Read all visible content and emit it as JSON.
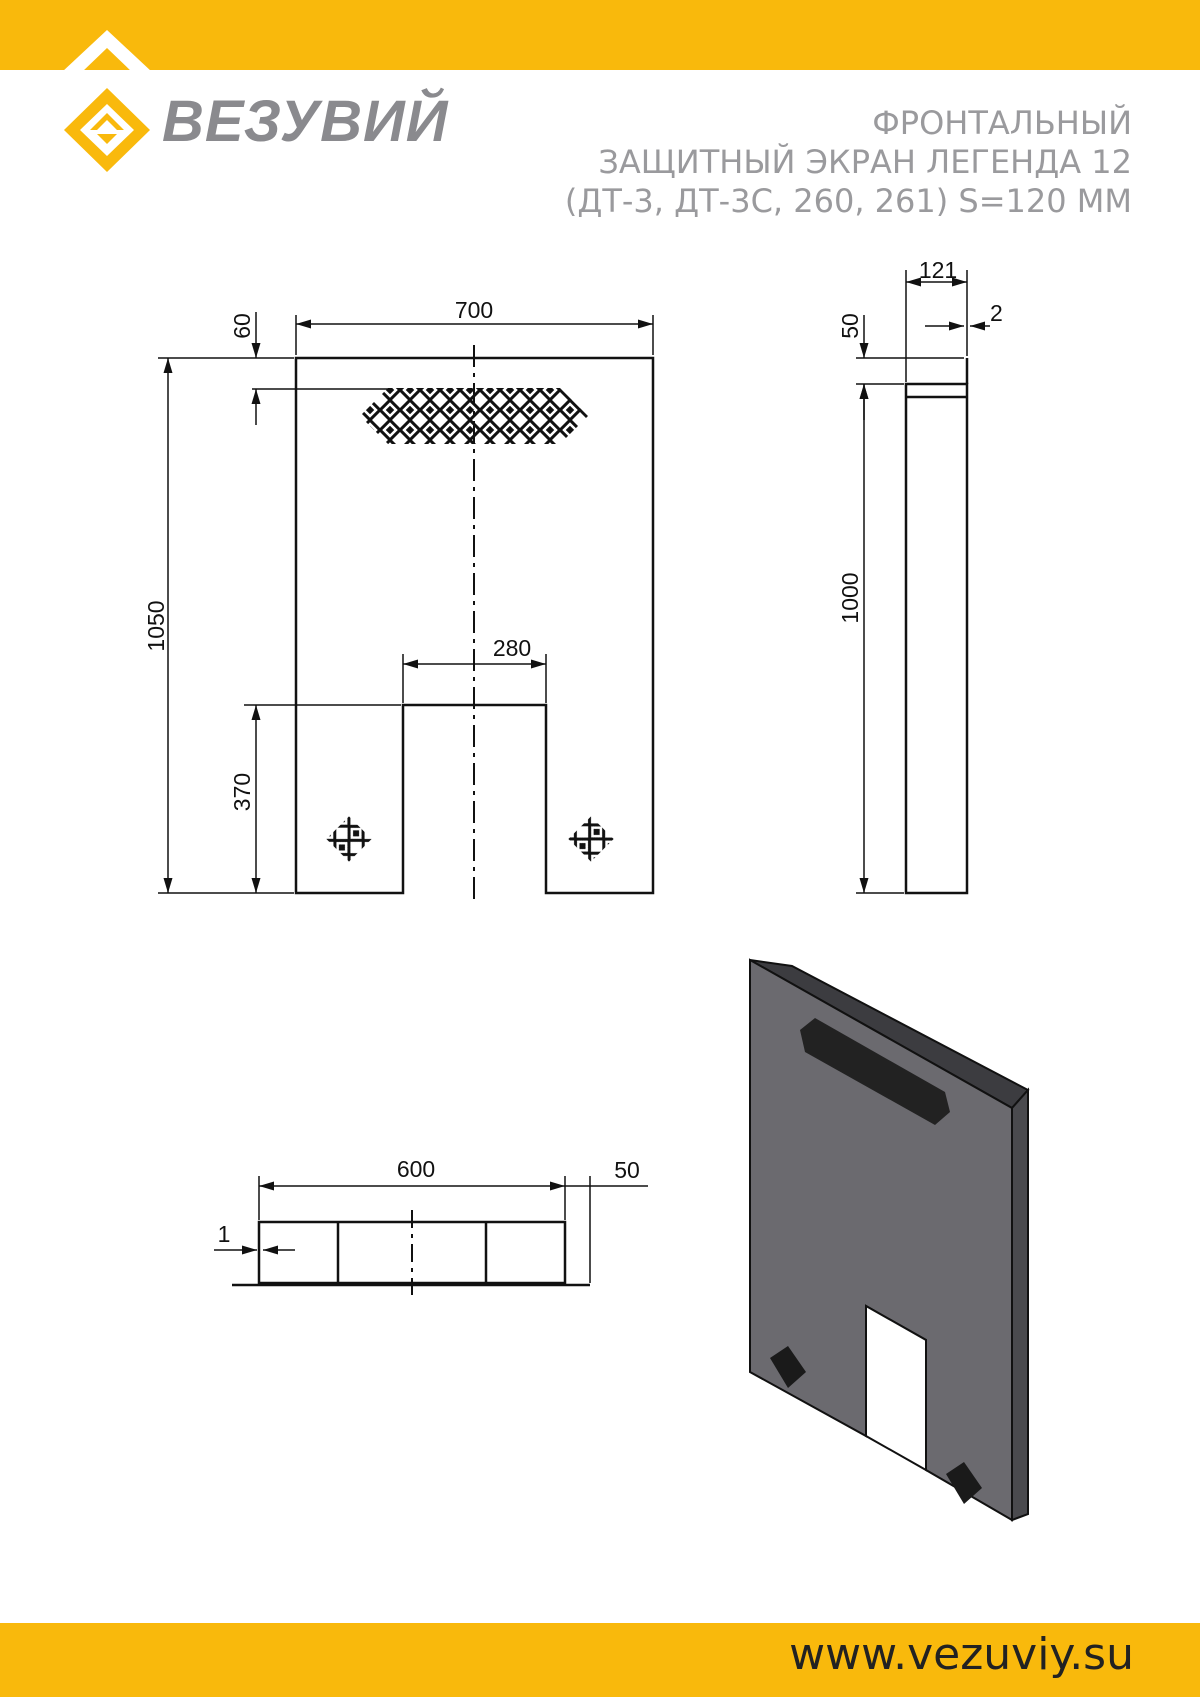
{
  "brand": {
    "name": "ВЕЗУВИЙ",
    "color_primary": "#f9b90c",
    "color_text": "#8a8a8e"
  },
  "header": {
    "title_lines": [
      "ФРОНТАЛЬНЫЙ",
      "ЗАЩИТНЫЙ ЭКРАН ЛЕГЕНДА 12",
      "(ДТ-3, ДТ-3С, 260, 261) S=120 ММ"
    ]
  },
  "footer": {
    "url": "www.vezuviy.su"
  },
  "front_view": {
    "dims": {
      "width": "700",
      "height": "1050",
      "top_offset": "60",
      "cutout_width": "280",
      "cutout_height": "370"
    }
  },
  "side_view": {
    "dims": {
      "depth": "121",
      "thickness": "2",
      "top_offset": "50",
      "height": "1000"
    }
  },
  "top_view": {
    "dims": {
      "width": "600",
      "offset": "50",
      "thickness": "1"
    }
  },
  "colors": {
    "panel_3d": "#6b6a6f",
    "line": "#111111"
  }
}
